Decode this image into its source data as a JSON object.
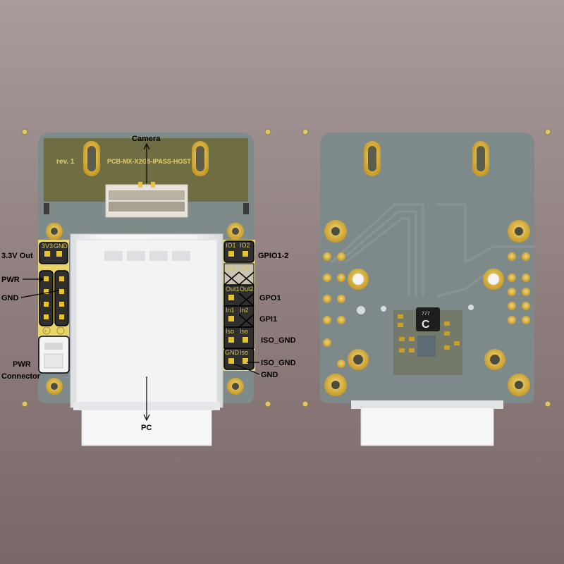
{
  "board": {
    "revision": "rev. 1",
    "part_number": "PCB-MX-X2G5-IPASS-HOST"
  },
  "header_silk": {
    "top_left": [
      "3V3",
      "GND"
    ],
    "top_right": [
      "IO1",
      "IO2"
    ],
    "row2_right": [
      "IO3",
      "IO4"
    ],
    "row3_right": [
      "Out1",
      "Out2"
    ],
    "row4_right": [
      "In1",
      "In2"
    ],
    "row5_right": [
      "Iso",
      "Iso"
    ],
    "row6_right": [
      "GND",
      "Iso"
    ]
  },
  "ic_marking": "C",
  "ic_code": "777",
  "annotations": {
    "camera": "Camera",
    "pc": "PC",
    "out_3v3": "3.3V Out",
    "pwr": "PWR",
    "gnd_left": "GND",
    "pwr_connector_line1": "PWR",
    "pwr_connector_line2": "Connector",
    "gpio12": "GPIO1-2",
    "gpo1": "GPO1",
    "gpi1": "GPI1",
    "iso_gnd_1": "ISO_GND",
    "iso_gnd_2": "ISO_GND",
    "gnd_right": "GND"
  },
  "colors": {
    "pcb": "#7e898a",
    "silk_copper": "#6b6a3d",
    "pad_gold": "#d8b23c",
    "background": "#8e7d7d"
  }
}
